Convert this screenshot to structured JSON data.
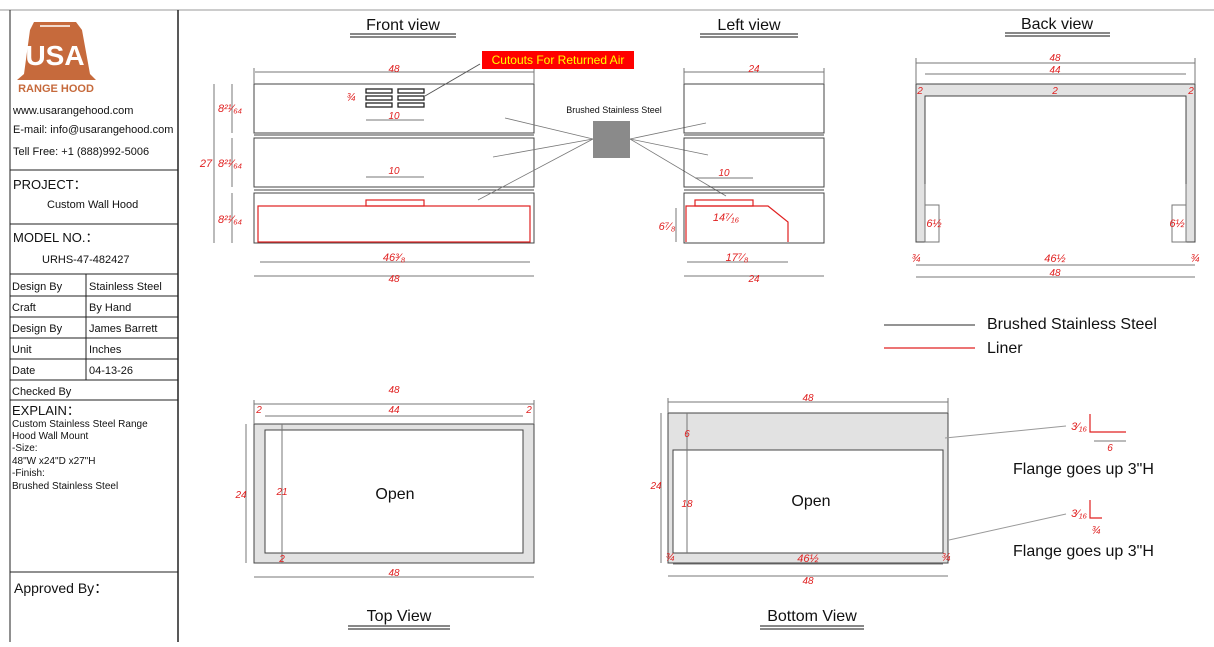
{
  "company": {
    "logo_mark": "USA",
    "logo_text": "RANGE HOOD",
    "website": "www.usarangehood.com",
    "email": "E-mail: info@usarangehood.com",
    "phone": "Tell Free: +1 (888)992-5006"
  },
  "project": {
    "label": "PROJECT：",
    "value": "Custom Wall Hood"
  },
  "model": {
    "label": "MODEL NO.：",
    "value": "URHS-47-482427"
  },
  "specs": [
    {
      "label": "Design By",
      "value": "Stainless Steel"
    },
    {
      "label": "Craft",
      "value": "By Hand"
    },
    {
      "label": "Design By",
      "value": "James Barrett"
    },
    {
      "label": "Unit",
      "value": "Inches"
    },
    {
      "label": "Date",
      "value": "04-13-26"
    },
    {
      "label": "Checked By",
      "value": ""
    }
  ],
  "explain": {
    "label": "EXPLAIN：",
    "lines": [
      "Custom Stainless Steel  Range",
      "Hood Wall Mount",
      "-Size:",
      "48\"W x24\"D x27\"H",
      "-Finish:",
      "Brushed Stainless Steel"
    ]
  },
  "approved": "Approved By：",
  "views": {
    "front": "Front view",
    "left": "Left view",
    "back": "Back view",
    "top": "Top View",
    "bottom": "Bottom View"
  },
  "callouts": {
    "cutouts": "Cutouts For Returned Air",
    "material": "Brushed Stainless Steel",
    "flange1": "Flange goes up 3\"H",
    "flange2": "Flange goes up 3\"H",
    "open_top": "Open",
    "open_bottom": "Open"
  },
  "legend": [
    {
      "label": "Brushed Stainless Steel",
      "color": "#555555"
    },
    {
      "label": "Liner",
      "color": "#e02020"
    }
  ],
  "dims": {
    "front_w": "48",
    "front_bot_w": "48",
    "front_liner_w": "46³⁄₈",
    "front_h_top": "8²¹⁄₆₄",
    "front_h_mid": "8²¹⁄₆₄",
    "front_h_bot": "8²¹⁄₆₄",
    "front_h_total": "27",
    "front_vent_w": "10",
    "front_vent_h": "¾",
    "front_mid_w": "10",
    "left_w": "24",
    "left_bot_w": "24",
    "left_liner_w": "17⁷⁄₈",
    "left_mid_w": "10",
    "left_diag": "14⁷⁄₁₆",
    "left_h": "6⁷⁄₈",
    "back_w": "48",
    "back_inner_w": "44",
    "back_bot_w": "48",
    "back_inner_bot": "46½",
    "back_side_l": "2",
    "back_side_r": "2",
    "back_top": "2",
    "back_leg_l": "6½",
    "back_leg_r": "6½",
    "back_edge_l": "¾",
    "back_edge_r": "¾",
    "top_w": "48",
    "top_inner_w": "44",
    "top_bot_w": "48",
    "top_h": "24",
    "top_inner_h": "21",
    "top_side_l": "2",
    "top_side_r": "2",
    "top_bot_side": "2",
    "bot_w": "48",
    "bot_bot_w": "48",
    "bot_inner_w": "46½",
    "bot_h": "24",
    "bot_inner_h": "18",
    "bot_front": "6",
    "bot_edge_l": "¾",
    "bot_edge_r": "¾",
    "fl1_h": "3⁄₁₆",
    "fl1_w": "6",
    "fl2_h": "3⁄₁₆",
    "fl2_w": "¾"
  }
}
